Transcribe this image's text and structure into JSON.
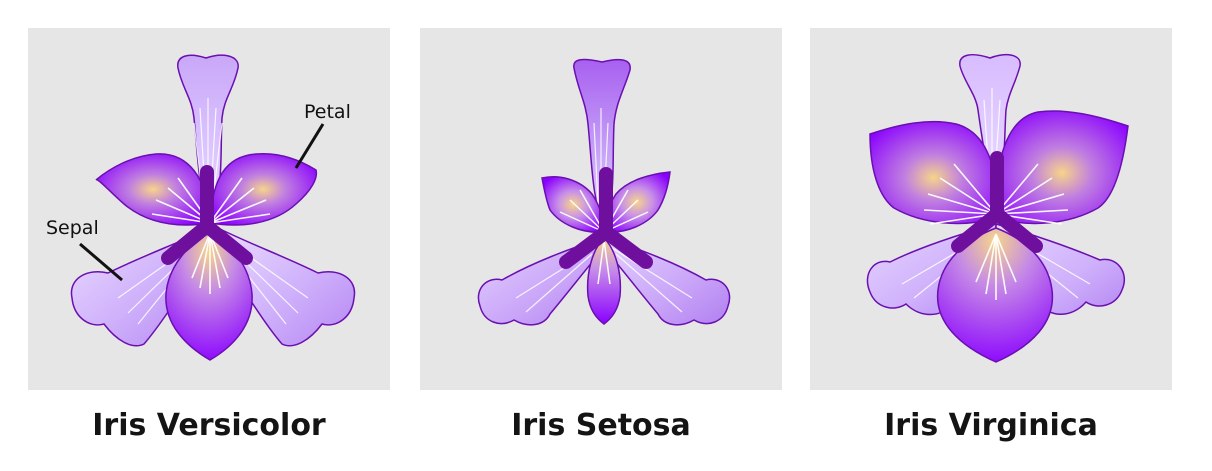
{
  "colors": {
    "panel_background": "#e6e6e6",
    "petal_light": "#dcc6ff",
    "petal_mid": "#a860f0",
    "petal_deep": "#8a00ff",
    "center_yellow": "#f6d48a",
    "stroke": "#6a0fb0",
    "style_arms": "#6e0f9e",
    "veins": "#ffffff"
  },
  "panels": [
    {
      "caption": "Iris Versicolor",
      "labels": {
        "petal": "Petal",
        "sepal": "Sepal"
      }
    },
    {
      "caption": "Iris Setosa"
    },
    {
      "caption": "Iris Virginica"
    }
  ]
}
